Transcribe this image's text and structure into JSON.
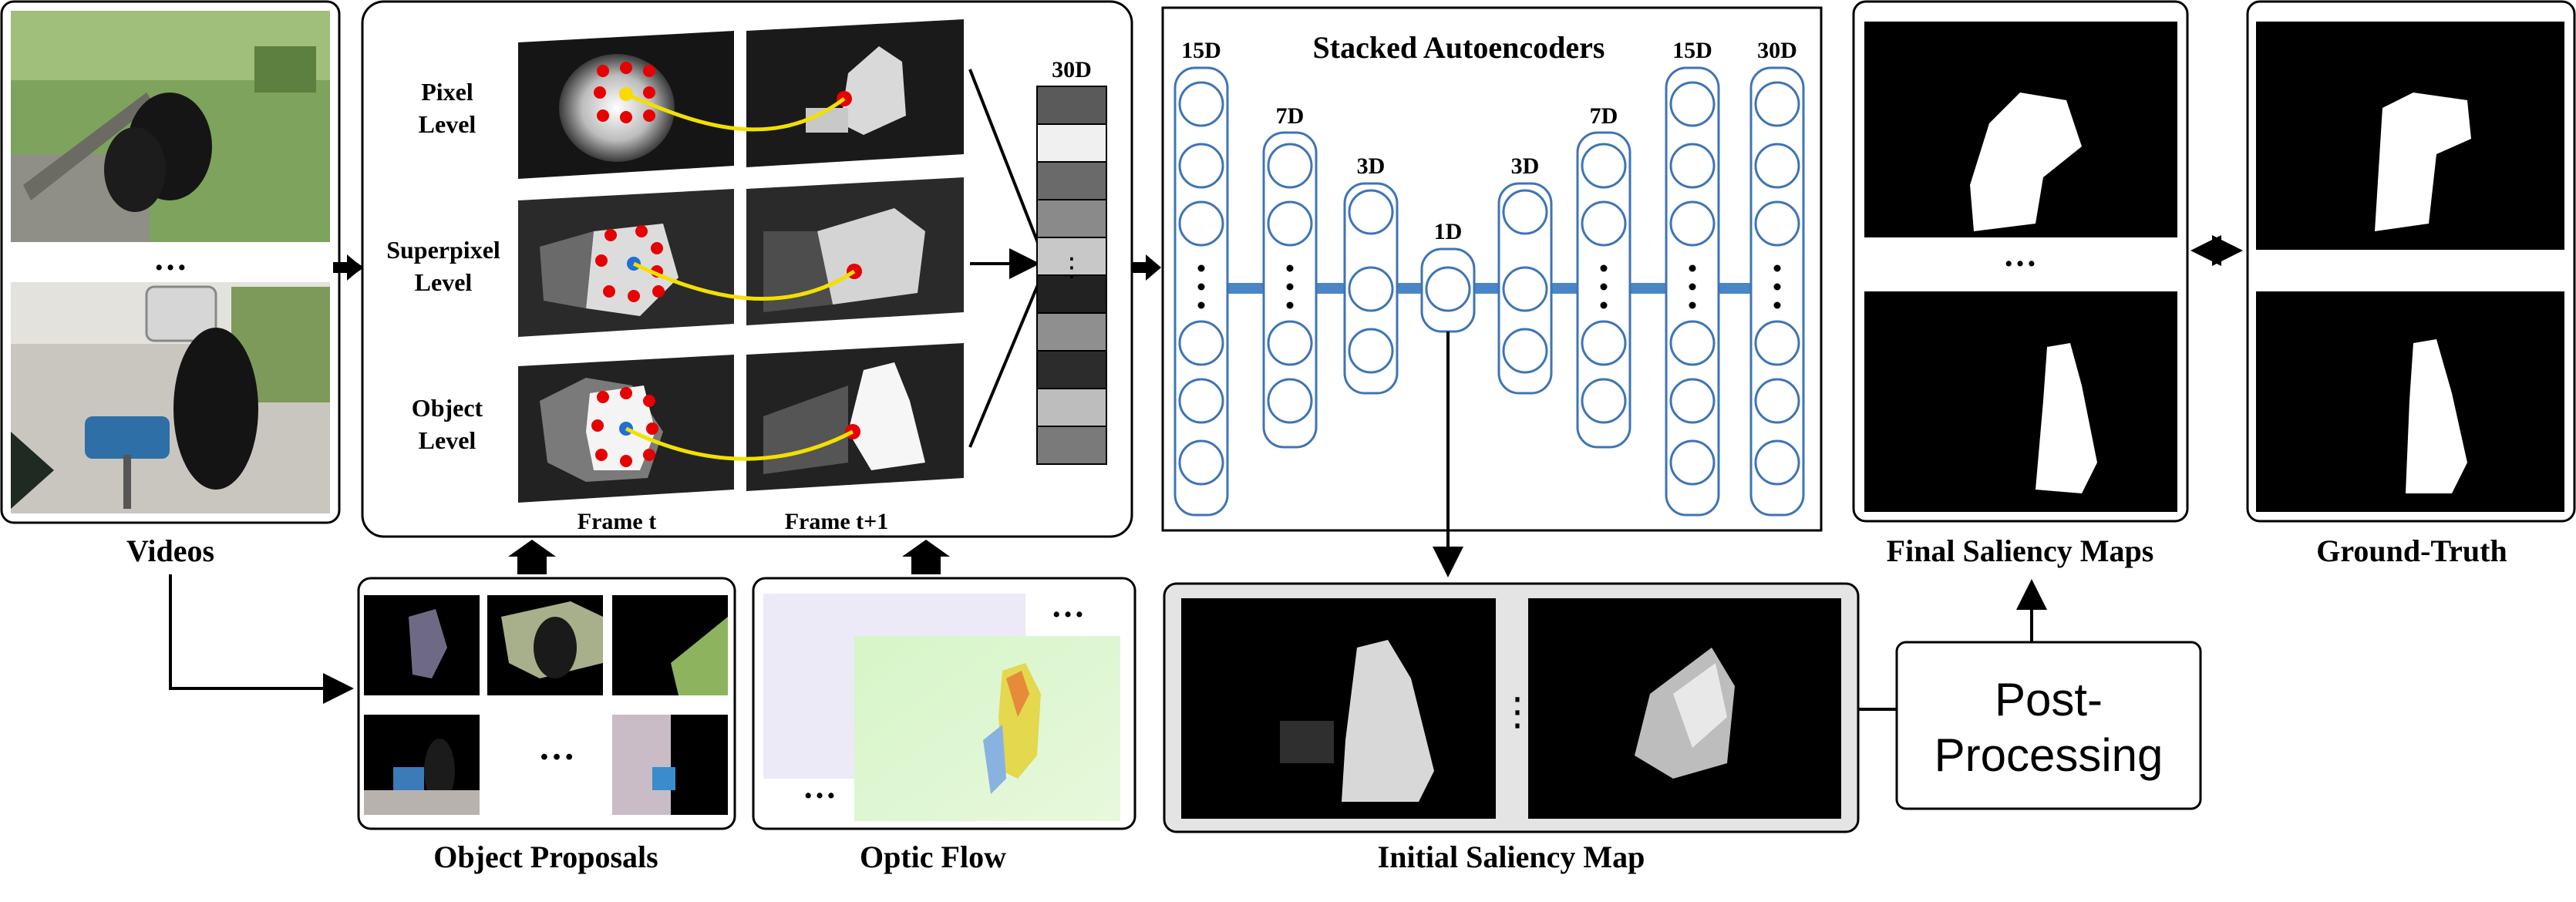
{
  "labels": {
    "videos": "Videos",
    "object_proposals": "Object Proposals",
    "optic_flow": "Optic Flow",
    "pixel_level": [
      "Pixel",
      "Level"
    ],
    "superpixel_level": [
      "Superpixel",
      "Level"
    ],
    "object_level": [
      "Object",
      "Level"
    ],
    "frame_t": "Frame t",
    "frame_t1": "Frame t+1",
    "feature_dim": "30D",
    "stacked_title": "Stacked Autoencoders",
    "layer_dims": [
      "15D",
      "7D",
      "3D",
      "1D",
      "3D",
      "7D",
      "15D",
      "30D"
    ],
    "initial_saliency": "Initial Saliency Map",
    "post_processing": [
      "Post-",
      "Processing"
    ],
    "final_saliency": "Final Saliency Maps",
    "ground_truth": "Ground-Truth",
    "ellipsis": "…",
    "vdots": "⋮"
  },
  "colors": {
    "node_stroke": "#3f74b5",
    "connector": "#4a86c5",
    "yellow_link": "#f2e000",
    "red_dot": "#e60000",
    "blue_dot": "#1f6fd6",
    "panel_gray": "#e4e4e4"
  },
  "feature_vector_shades": [
    "#5a5a5a",
    "#f0f0f0",
    "#6a6a6a",
    "#8a8a8a",
    "#c8c8c8",
    "#222222",
    "#8f8f8f",
    "#2c2c2c",
    "#bdbdbd",
    "#7a7a7a"
  ]
}
